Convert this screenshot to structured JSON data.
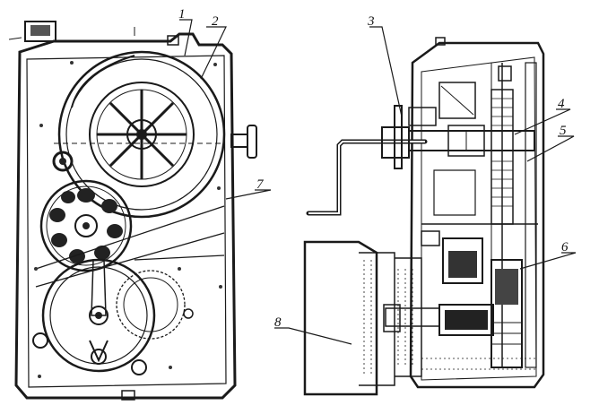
{
  "callouts": [
    {
      "id": "1",
      "text": "1"
    },
    {
      "id": "2",
      "text": "2"
    },
    {
      "id": "3",
      "text": "3"
    },
    {
      "id": "4",
      "text": "4"
    },
    {
      "id": "5",
      "text": "5"
    },
    {
      "id": "6",
      "text": "6"
    },
    {
      "id": "7",
      "text": "7"
    },
    {
      "id": "8",
      "text": "8"
    }
  ],
  "colors": {
    "ink": "#1a1a1a",
    "paper": "#ffffff",
    "shade": "#9a9a9a"
  }
}
